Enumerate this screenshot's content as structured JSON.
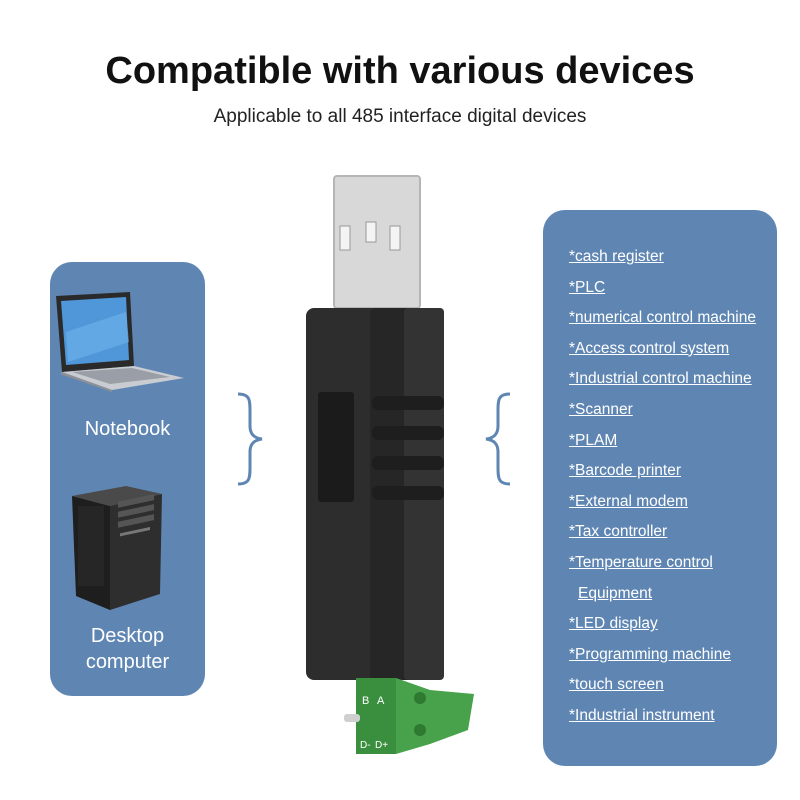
{
  "header": {
    "title": "Compatible with various devices",
    "subtitle": "Applicable to all 485 interface digital devices"
  },
  "left_panel": {
    "devices": [
      {
        "label": "Notebook",
        "icon": "laptop-icon"
      },
      {
        "label_lines": [
          "Desktop",
          "computer"
        ],
        "icon": "desktop-tower-icon"
      }
    ]
  },
  "adapter": {
    "pin_labels": [
      "B",
      "A",
      "D-",
      "D+"
    ],
    "icon": "usb-rs485-adapter-image"
  },
  "right_panel": {
    "items": [
      "*cash register",
      "*PLC",
      "*numerical control machine",
      "*Access control system",
      "*Industrial control machine",
      "*Scanner",
      "*PLAM",
      "*Barcode printer",
      "*External modem",
      "*Tax controller",
      "*Temperature control",
      "Equipment",
      "*LED display",
      "*Programming machine",
      "*touch screen",
      "*Industrial instrument"
    ]
  },
  "colors": {
    "panel": "#5f86b3",
    "brace": "#5f86b3",
    "device_body": "#2b2b2b",
    "terminal": "#3a8f3e"
  }
}
